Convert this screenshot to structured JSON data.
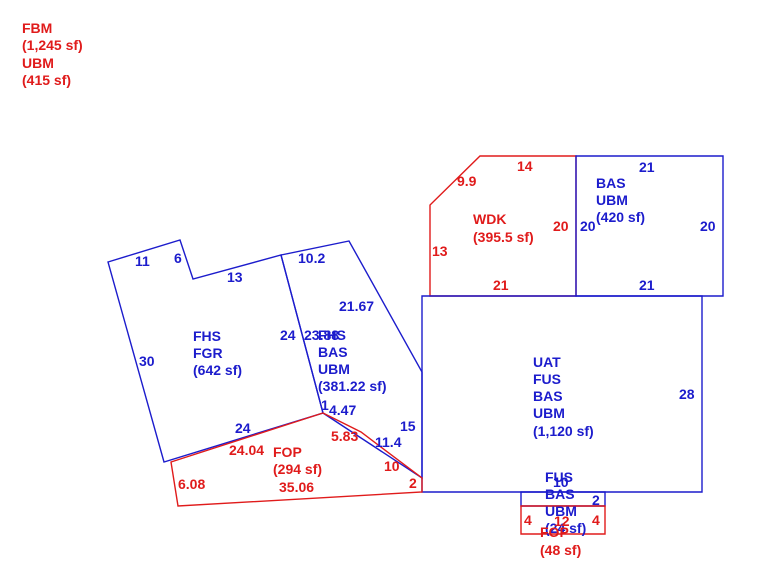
{
  "colors": {
    "blue": "#1c1ccc",
    "red": "#e01b1b"
  },
  "legend": [
    "FBM",
    "(1,245 sf)",
    "UBM",
    "(415 sf)"
  ],
  "areas": {
    "wdk": [
      "WDK",
      "(395.5 sf)"
    ],
    "bas_upper": [
      "BAS",
      "UBM",
      "(420 sf)"
    ],
    "fhs": [
      "FHS",
      "FGR",
      "(642 sf)"
    ],
    "fhs_bas": [
      "FHS",
      "BAS",
      "UBM",
      "(381.22 sf)"
    ],
    "uat": [
      "UAT",
      "FUS",
      "BAS",
      "UBM",
      "(1,120 sf)"
    ],
    "fop_left": [
      "FOP",
      "(294 sf)"
    ],
    "small_fus": [
      "FUS",
      "BAS",
      "UBM",
      "(24 sf)"
    ],
    "fop_small": [
      "FOP",
      "(48 sf)"
    ]
  },
  "dims": {
    "d_9_9": "9.9",
    "d_14": "14",
    "d_13_wdk": "13",
    "d_20_wdk": "20",
    "d_21_wdk": "21",
    "d_21_bas_top": "21",
    "d_20_bas_left": "20",
    "d_20_bas_right": "20",
    "d_21_bas_bottom": "21",
    "d_11": "11",
    "d_6": "6",
    "d_13_fhs": "13",
    "d_10_2": "10.2",
    "d_21_67": "21.67",
    "d_30": "30",
    "d_24_mid": "24",
    "d_23_88": "23.88",
    "d_24_bottom": "24",
    "d_1": "1",
    "d_4_47": "4.47",
    "d_15": "15",
    "d_11_4": "11.4",
    "d_28": "28",
    "d_24_04": "24.04",
    "d_5_83": "5.83",
    "d_6_08": "6.08",
    "d_35_06": "35.06",
    "d_10_red": "10",
    "d_2_red": "2",
    "d_10_small": "10",
    "d_2_small": "2",
    "d_4_left": "4",
    "d_12": "12",
    "d_4_right": "4"
  }
}
